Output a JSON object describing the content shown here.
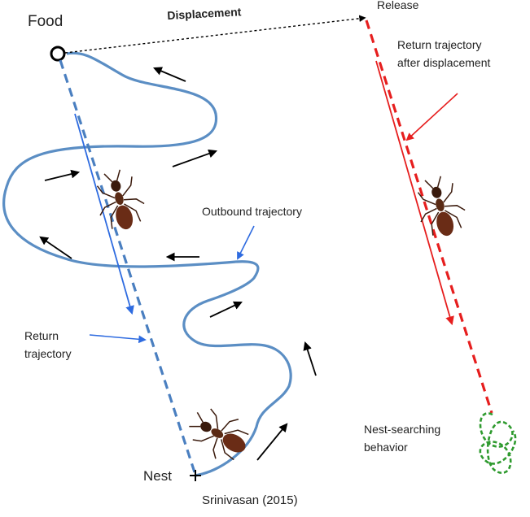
{
  "labels": {
    "food": "Food",
    "displacement": "Displacement",
    "release": "Release",
    "return_after_displacement": "Return trajectory\nafter displacement",
    "outbound_trajectory": "Outbound trajectory",
    "return_trajectory": "Return\ntrajectory",
    "nest_searching": "Nest-searching\nbehavior",
    "nest": "Nest",
    "credit": "Srinivasan (2015)"
  },
  "colors": {
    "outbound_path": "#5b8ec4",
    "return_dashed": "#4a7fc0",
    "annotation_blue": "#2e6be0",
    "displaced_return": "#e61e1e",
    "search_loops": "#2e9a2e",
    "motion_arrows": "#000000",
    "ant_body": "#5a2a14"
  },
  "icons": [
    "ant-icon",
    "food-source-circle-icon",
    "nest-cross-icon"
  ]
}
